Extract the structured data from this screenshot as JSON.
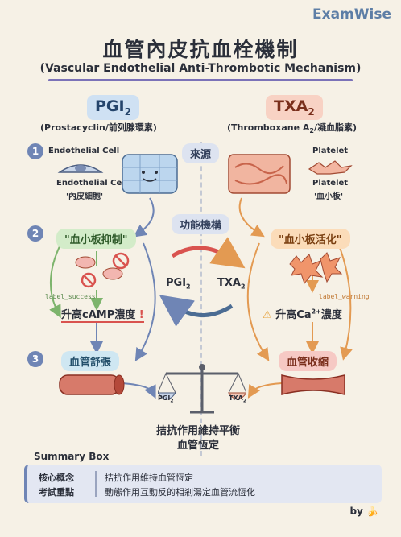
{
  "brand": "ExamWise",
  "title": "血管內皮抗血栓機制",
  "subtitle": "(Vascular Endothelial Anti-Thrombotic Mechanism)",
  "left": {
    "header": "PGI",
    "header_sub": "2",
    "desc": "(Prostacyclin/前列腺環素)",
    "source_en": "Endothelial Cell",
    "source_en2": "Endothelial Cell",
    "source_zh": "'內皮細胞'",
    "step2": "\"血小板抑制\"",
    "label": "label_success",
    "step2_result": "升高cAMP濃度",
    "step3": "血管舒張"
  },
  "right": {
    "header": "TXA",
    "header_sub": "2",
    "desc_pre": "(Thromboxane A",
    "desc_sub": "2",
    "desc_post": "/凝血脂素)",
    "source_en": "Platelet",
    "source_en2": "Platelet",
    "source_zh": "'血小板'",
    "step2": "\"血小板活化\"",
    "label": "label_warning",
    "step2_result_pre": "升高Ca",
    "step2_result_sup": "2+",
    "step2_result_post": "濃度",
    "step3": "血管收縮"
  },
  "center": {
    "source": "來源",
    "function": "功能機構",
    "pgi": "PGI",
    "pgi_sub": "2",
    "txa": "TXA",
    "txa_sub": "2",
    "balance_left": "PGI",
    "balance_left_sub": "2",
    "balance_right": "TXA",
    "balance_right_sub": "2",
    "balance_caption1": "拮抗作用維持平衡",
    "balance_caption2": "血管恆定"
  },
  "steps": [
    "1",
    "2",
    "3"
  ],
  "summary": {
    "title": "Summary Box",
    "rows": [
      {
        "key": "核心概念",
        "value": "拮抗作用維持血管恆定"
      },
      {
        "key": "考試重點",
        "value": "動態作用互動反的相剎湯定血管流恆化"
      }
    ]
  },
  "byline": "by 🍌",
  "colors": {
    "background": "#f6f1e6",
    "accent": "#6f85b5",
    "pgi": "#cfe1f3",
    "txa": "#f8d2c4",
    "green": "#7db46c",
    "orange": "#e39a52"
  }
}
